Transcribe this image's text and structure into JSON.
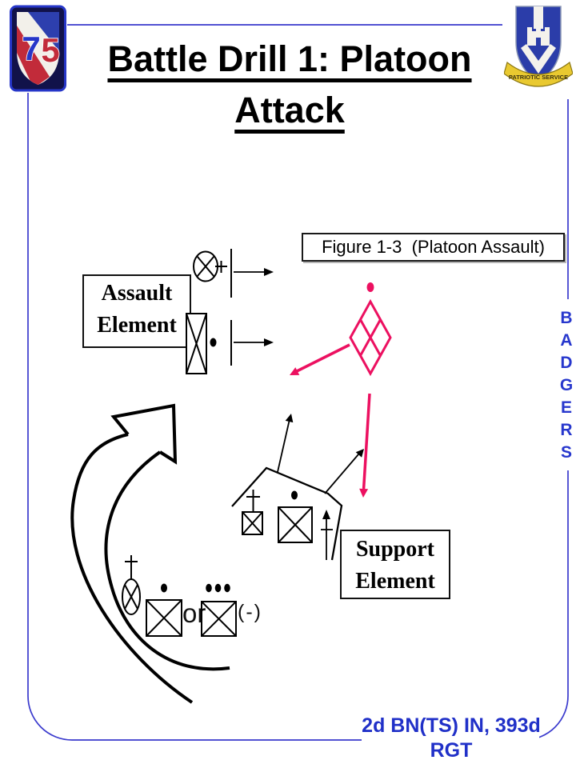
{
  "page": {
    "title_line1": "Battle Drill 1: Platoon",
    "title_line2": "Attack"
  },
  "figure_caption": "Figure 1-3  (Platoon Assault)",
  "labels": {
    "assault_line1": "Assault",
    "assault_line2": "Element",
    "support_line1": "Support",
    "support_line2": "Element",
    "or_text": "or",
    "minus_strength": "(-)"
  },
  "badgers": {
    "letters": [
      "B",
      "A",
      "D",
      "G",
      "E",
      "R",
      "S"
    ]
  },
  "footer": {
    "line1": "2d BN(TS) IN, 393d",
    "line2": "RGT"
  },
  "patch75": {
    "digit7": "7",
    "digit5": "5"
  },
  "crest": {
    "motto": "PATRIOTIC SERVICE"
  },
  "colors": {
    "border_blue": "#3a3acd",
    "text_blue": "#2737cd",
    "footer_blue": "#2030c8",
    "enemy_pink": "#ec1060"
  }
}
